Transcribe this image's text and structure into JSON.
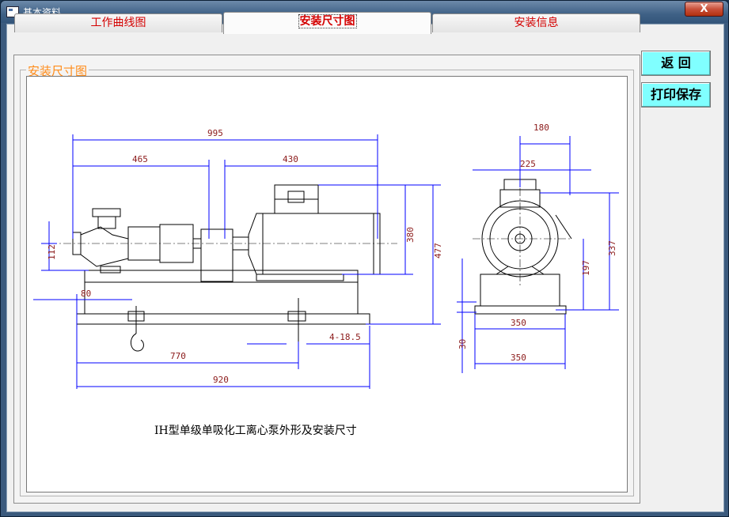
{
  "window": {
    "title": "基本资料",
    "close_glyph": "X"
  },
  "tabs": [
    {
      "label": "工作曲线图"
    },
    {
      "label": "安装尺寸图"
    },
    {
      "label": "安装信息"
    }
  ],
  "buttons": {
    "back": "返  回",
    "print": "打印保存"
  },
  "group_title": "安装尺寸图",
  "drawing": {
    "caption": "IH型单级单吸化工离心泵外形及安装尺寸",
    "dims": {
      "d995": "995",
      "d465": "465",
      "d430": "430",
      "d380": "380",
      "d477": "477",
      "d112": "112",
      "d80": "80",
      "d770": "770",
      "d920": "920",
      "d4185": "4-18.5",
      "d180": "180",
      "d225": "225",
      "d337": "337",
      "d197": "197",
      "d350a": "350",
      "d350b": "350",
      "d30": "30"
    }
  },
  "colors": {
    "dim_line": "#0000ff",
    "dim_text": "#8b1a1a",
    "tab_text": "#d40000",
    "group_label": "#ff8c1a",
    "button_bg": "#80ffff"
  }
}
